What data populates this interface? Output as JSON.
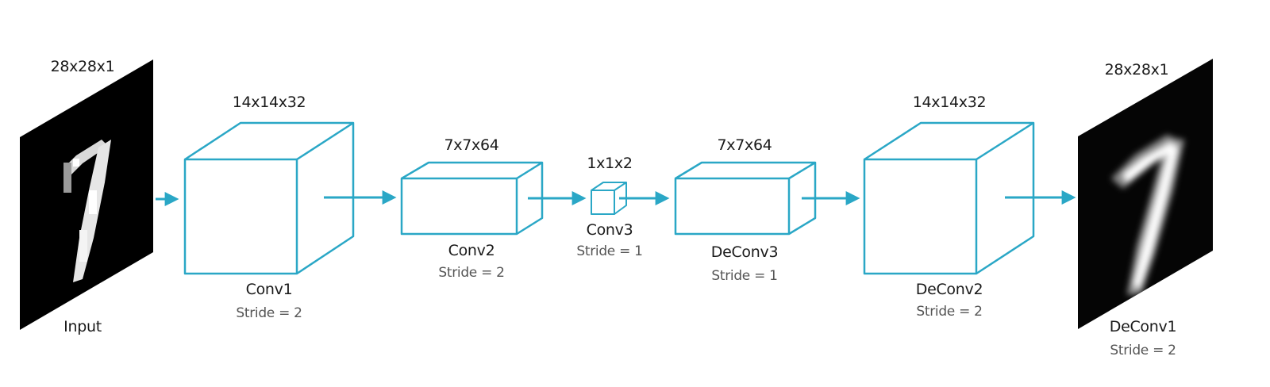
{
  "colors": {
    "accent": "#2aa7c6",
    "arrow": "#2aa7c6",
    "text": "#1a1a1a",
    "subtext": "#555555"
  },
  "input": {
    "dims": "28x28x1",
    "label": "Input",
    "image": "handwritten-digit-7"
  },
  "layers": [
    {
      "id": "conv1",
      "name": "Conv1",
      "dims": "14x14x32",
      "stride": "Stride = 2"
    },
    {
      "id": "conv2",
      "name": "Conv2",
      "dims": "7x7x64",
      "stride": "Stride = 2"
    },
    {
      "id": "conv3",
      "name": "Conv3",
      "dims": "1x1x2",
      "stride": "Stride = 1"
    },
    {
      "id": "deconv3",
      "name": "DeConv3",
      "dims": "7x7x64",
      "stride": "Stride = 1"
    },
    {
      "id": "deconv2",
      "name": "DeConv2",
      "dims": "14x14x32",
      "stride": "Stride = 2"
    }
  ],
  "output": {
    "dims": "28x28x1",
    "name": "DeConv1",
    "stride": "Stride = 2",
    "image": "reconstructed-digit-7"
  }
}
